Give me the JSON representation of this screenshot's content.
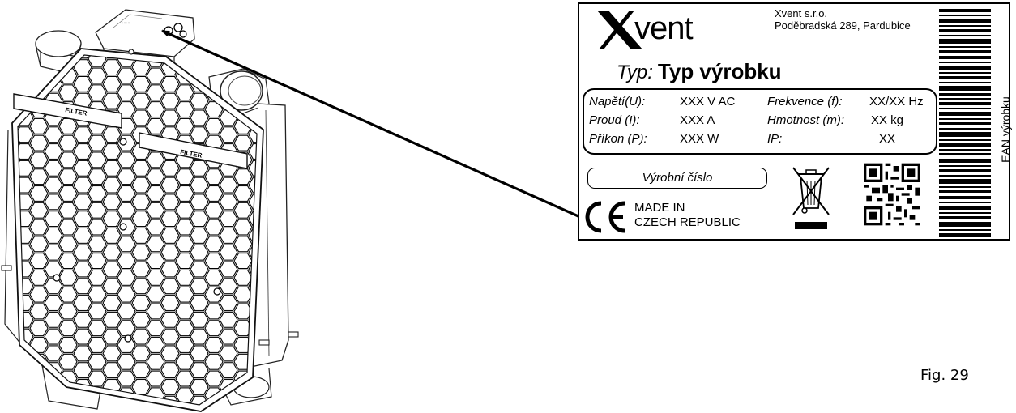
{
  "figure_label": "Fig. 29",
  "device": {
    "filter_labels": [
      "FILTER",
      "FILTER"
    ]
  },
  "label": {
    "logo_text": "vent",
    "company_name": "Xvent s.r.o.",
    "company_address": "Poděbradská 289, Pardubice",
    "type_label": "Typ:",
    "type_value": "Typ výrobku",
    "params": [
      {
        "label": "Napětí(U):",
        "value": "XXX V AC"
      },
      {
        "label": "Proud (I):",
        "value": "XXX A"
      },
      {
        "label": "Příkon (P):",
        "value": "XXX W"
      },
      {
        "label": "Frekvence (f):",
        "value": "XX/XX Hz"
      },
      {
        "label": "Hmotnost (m):",
        "value": "XX kg"
      },
      {
        "label": "IP:",
        "value": "XX"
      }
    ],
    "serial_label": "Výrobní číslo",
    "origin_line1": "MADE IN",
    "origin_line2": "CZECH REPUBLIC",
    "ean_label": "EAN výrobku",
    "icons": [
      "ce-mark-icon",
      "weee-bin-icon",
      "qr-code-icon",
      "barcode-icon"
    ]
  }
}
